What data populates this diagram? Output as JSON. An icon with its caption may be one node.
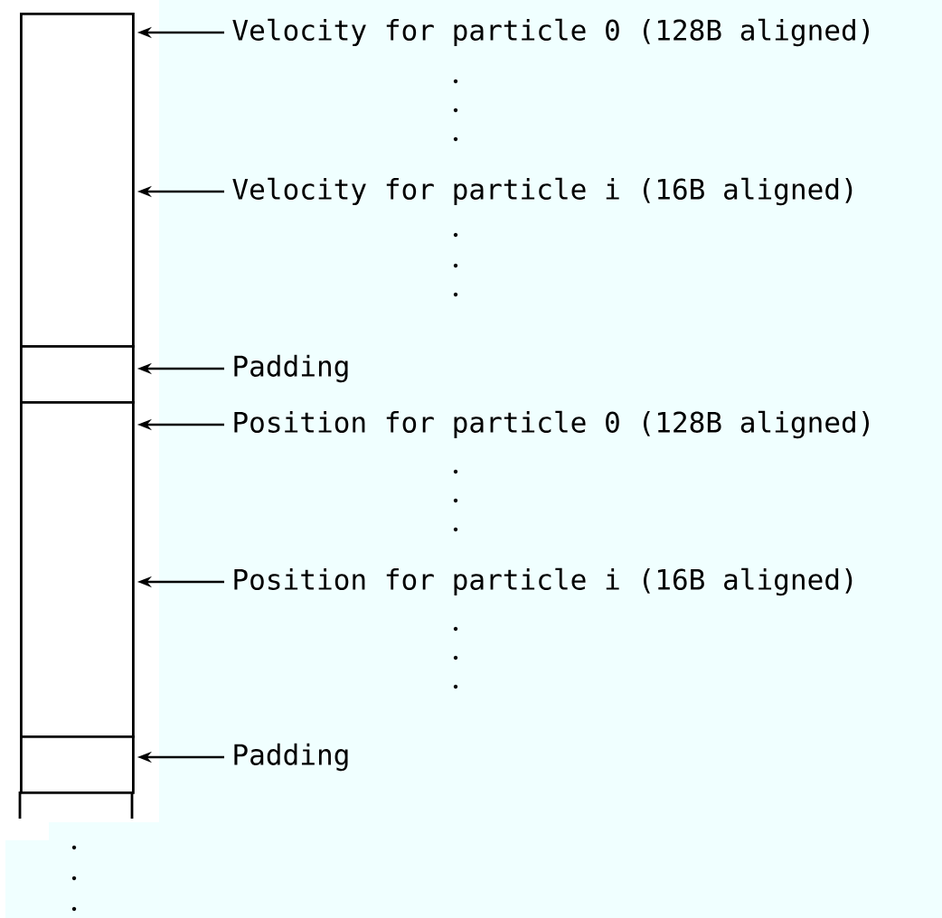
{
  "diagram": {
    "nodes": [
      {
        "text": [],
        "shape": "box"
      },
      {
        "text": [],
        "shape": "box"
      },
      {
        "text": [],
        "shape": "box"
      },
      {
        "text": [],
        "shape": "box"
      },
      {
        "text": [
          "Velocity for particle 0 (128B aligned)"
        ]
      },
      {
        "text": [
          "Velocity for particle i (16B aligned)"
        ]
      },
      {
        "text": [
          "Padding"
        ]
      },
      {
        "text": [
          "Position for particle 0 (128B aligned)"
        ]
      },
      {
        "text": [
          "Position for particle i (16B aligned)"
        ]
      },
      {
        "text": [
          "Padding"
        ]
      }
    ],
    "edges": [
      {
        "from": 4,
        "to": 0,
        "arrow": "to"
      },
      {
        "from": 5,
        "to": 0,
        "arrow": "to"
      },
      {
        "from": 6,
        "to": 1,
        "arrow": "to"
      },
      {
        "from": 7,
        "to": 2,
        "arrow": "to"
      },
      {
        "from": 8,
        "to": 2,
        "arrow": "to"
      },
      {
        "from": 9,
        "to": 3,
        "arrow": "to"
      }
    ]
  }
}
